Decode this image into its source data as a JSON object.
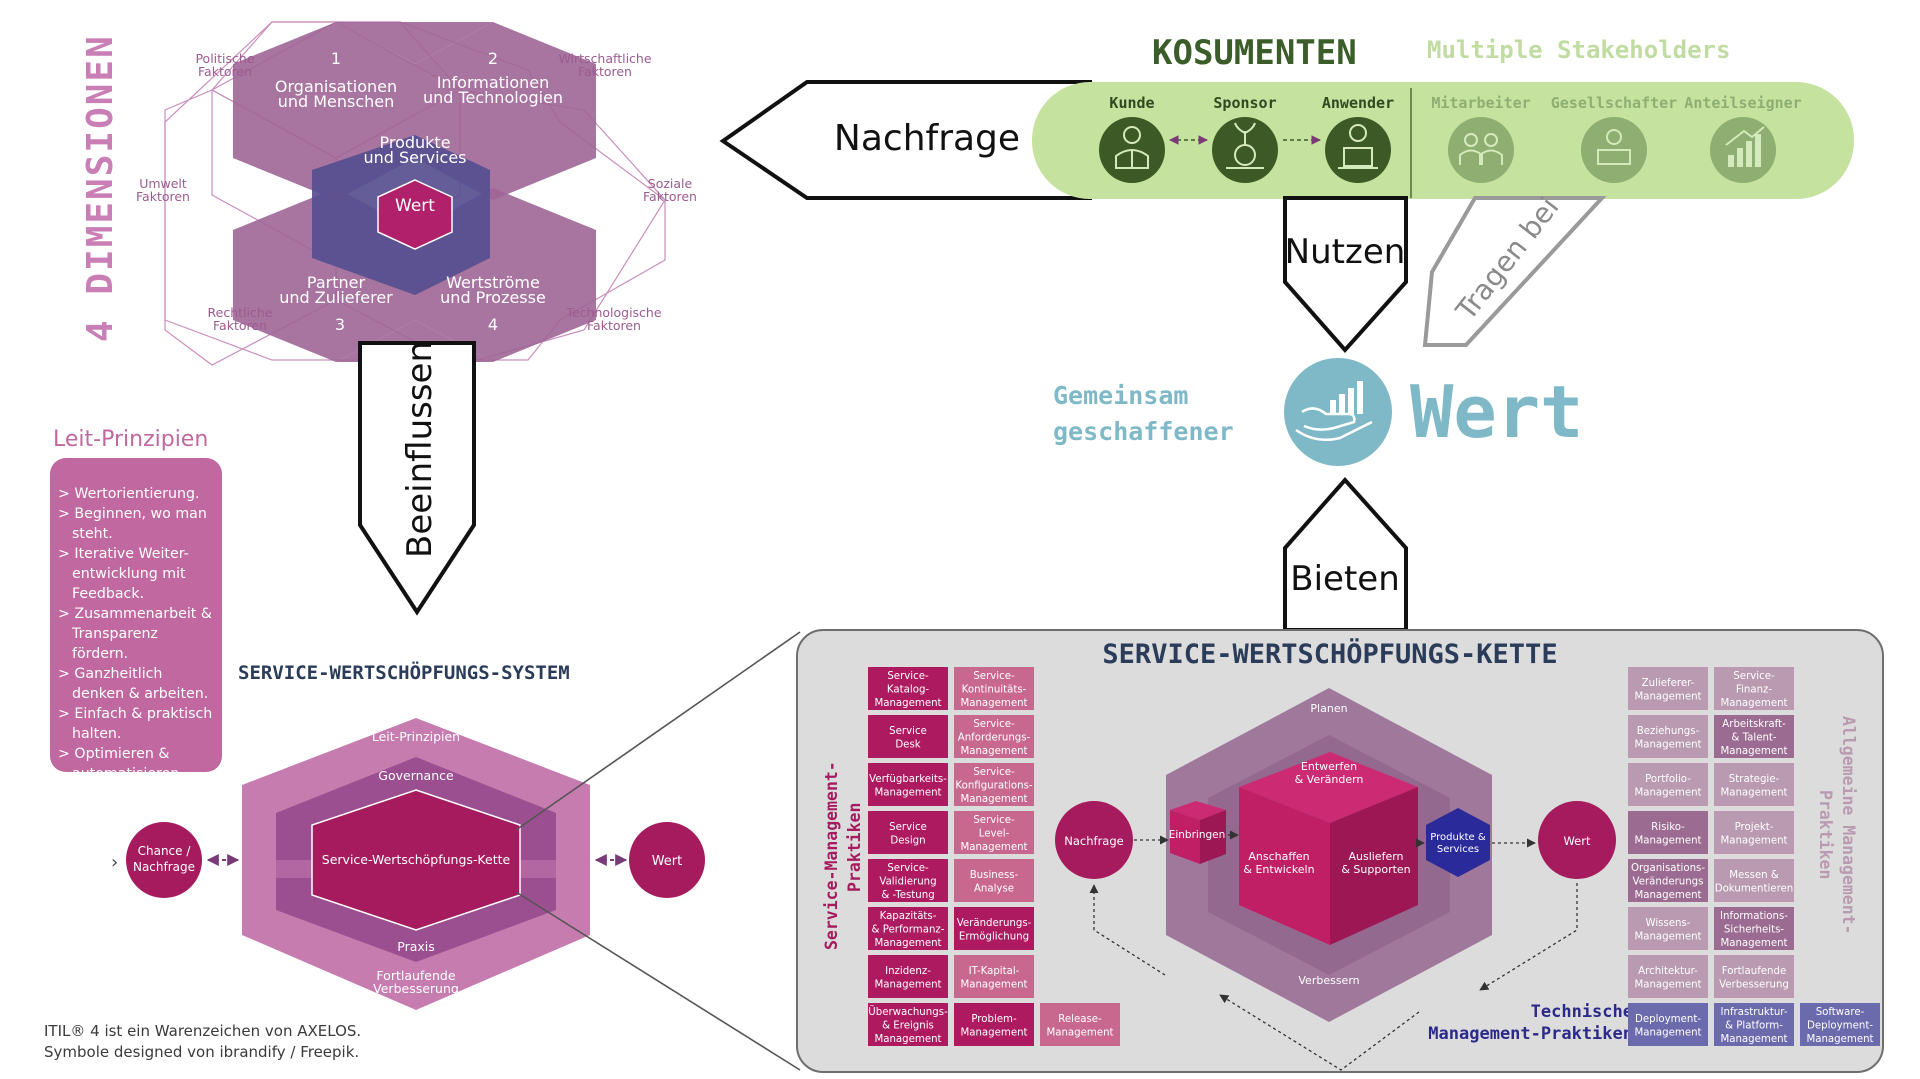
{
  "dimensions": {
    "vertical_title": "4 DIMENSIONEN",
    "num1": "1",
    "num2": "2",
    "num3": "3",
    "num4": "4",
    "dim1": [
      "Organisationen",
      "und Menschen"
    ],
    "dim2": [
      "Informationen",
      "und Technologien"
    ],
    "dim3": [
      "Partner",
      "und Zulieferer"
    ],
    "dim4": [
      "Wertströme",
      "und Prozesse"
    ],
    "center": [
      "Produkte",
      "und Services"
    ],
    "wert": "Wert",
    "factors": {
      "politische": [
        "Politische",
        "Faktoren"
      ],
      "wirtschaftliche": [
        "Wirtschaftliche",
        "Faktoren"
      ],
      "umwelt": [
        "Umwelt",
        "Faktoren"
      ],
      "soziale": [
        "Soziale",
        "Faktoren"
      ],
      "rechtliche": [
        "Rechtliche",
        "Faktoren"
      ],
      "technologische": [
        "Technologische",
        "Faktoren"
      ]
    }
  },
  "arrows": {
    "beeinflussen": "Beeinflussen",
    "nachfrage": "Nachfrage",
    "nutzen": "Nutzen",
    "tragen_bei": "Tragen bei",
    "bieten": "Bieten"
  },
  "consumers": {
    "title": "KOSUMENTEN",
    "subtitle": "Multiple Stakeholders",
    "kunde": "Kunde",
    "sponsor": "Sponsor",
    "anwender": "Anwender",
    "mitarbeiter": "Mitarbeiter",
    "gesellschafter": "Gesellschafter",
    "anteilseigner": "Anteilseigner"
  },
  "value": {
    "line1": "Gemeinsam",
    "line2": "geschaffener",
    "big": "Wert"
  },
  "principles": {
    "title": "Leit-Prinzipien",
    "items": [
      "> Wertorientierung.",
      "> Beginnen, wo man steht.",
      "> Iterative Weiter-entwicklung mit Feedback.",
      "> Zusammenarbeit & Transparenz fördern.",
      "> Ganzheitlich denken & arbeiten.",
      "> Einfach & praktisch halten.",
      "> Optimieren & automatisieren."
    ]
  },
  "svs": {
    "title": "SERVICE-WERTSCHÖPFUNGS-SYSTEM",
    "leit": "Leit-Prinzipien",
    "governance": "Governance",
    "kette": "Service-Wertschöpfungs-Kette",
    "praxis": "Praxis",
    "fortlaufende": [
      "Fortlaufende",
      "Verbesserung"
    ],
    "chance": [
      "Chance /",
      "Nachfrage"
    ],
    "wert": "Wert"
  },
  "svc": {
    "title": "SERVICE-WERTSCHÖPFUNGS-KETTE",
    "planen": "Planen",
    "verbessern": "Verbessern",
    "entwerfen": [
      "Entwerfen",
      "& Verändern"
    ],
    "anschaffen": [
      "Anschaffen",
      "& Entwickeln"
    ],
    "ausliefern": [
      "Ausliefern",
      "& Supporten"
    ],
    "einbringen": "Einbringen",
    "produkte": [
      "Produkte &",
      "Services"
    ],
    "nachfrage": "Nachfrage",
    "wert": "Wert",
    "left_label": [
      "Service-Management-",
      "Praktiken"
    ],
    "right_label": [
      "Allgemeine Management-",
      "Praktiken"
    ],
    "tech_label": [
      "Technische",
      "Management-Praktiken"
    ],
    "service_practices_col1": [
      [
        "Service-",
        "Katalog-",
        "Management"
      ],
      [
        "Service",
        "Desk"
      ],
      [
        "Verfügbarkeits-",
        "Management"
      ],
      [
        "Service",
        "Design"
      ],
      [
        "Service-",
        "Validierung",
        "& -Testung"
      ],
      [
        "Kapazitäts-",
        "& Performanz-",
        "Management"
      ],
      [
        "Inzidenz-",
        "Management"
      ],
      [
        "Überwachungs-",
        "& Ereignis",
        "Management"
      ]
    ],
    "service_practices_col2": [
      [
        "Service-",
        "Kontinuitäts-",
        "Management"
      ],
      [
        "Service-",
        "Anforderungs-",
        "Management"
      ],
      [
        "Service-",
        "Konfigurations-",
        "Management"
      ],
      [
        "Service-",
        "Level-",
        "Management"
      ],
      [
        "Business-",
        "Analyse"
      ],
      [
        "Veränderungs-",
        "Ermöglichung"
      ],
      [
        "IT-Kapital-",
        "Management"
      ],
      [
        "Problem-",
        "Management"
      ]
    ],
    "release": [
      "Release-",
      "Management"
    ],
    "general_col1": [
      [
        "Zulieferer-",
        "Management"
      ],
      [
        "Beziehungs-",
        "Management"
      ],
      [
        "Portfolio-",
        "Management"
      ],
      [
        "Risiko-",
        "Management"
      ],
      [
        "Organisations-",
        "Veränderungs",
        "Management"
      ],
      [
        "Wissens-",
        "Management"
      ],
      [
        "Architektur-",
        "Management"
      ]
    ],
    "general_col2": [
      [
        "Service-",
        "Finanz-",
        "Management"
      ],
      [
        "Arbeitskraft-",
        "& Talent-",
        "Management"
      ],
      [
        "Strategie-",
        "Management"
      ],
      [
        "Projekt-",
        "Management"
      ],
      [
        "Messen &",
        "Dokumentieren"
      ],
      [
        "Informations-",
        "Sicherheits-",
        "Management"
      ],
      [
        "Fortlaufende",
        "Verbesserung"
      ]
    ],
    "technical": [
      [
        "Deployment-",
        "Management"
      ],
      [
        "Infrastruktur-",
        "& Platform-",
        "Management"
      ],
      [
        "Software-",
        "Deployment-",
        "Management"
      ]
    ]
  },
  "footer": {
    "line1": "ITIL® 4 ist ein Warenzeichen von AXELOS.",
    "line2": "Symbole designed von ibrandify / Freepik."
  },
  "colors": {
    "magenta": "#ae1a5f",
    "purple": "#8d4f7f",
    "light_purple": "#b99ab1",
    "green": "#c6e29f",
    "dark_green": "#3d5a26",
    "teal": "#7fb9c7",
    "navy": "#2b3c5a",
    "tech_blue": "#6b6aad"
  }
}
